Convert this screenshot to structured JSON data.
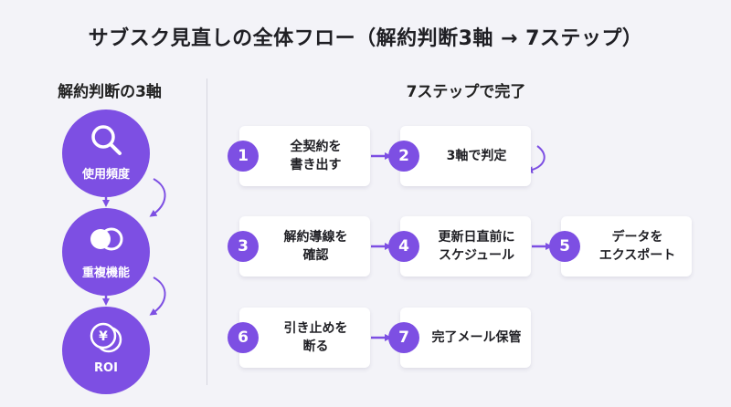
{
  "title": "サブスク見直しの全体フロー（解約判断3軸 → 7ステップ）",
  "left_heading": "解約判断の3軸",
  "right_heading": "7ステップで完了",
  "colors": {
    "accent": "#7d4fe3",
    "background": "#f3f3f8",
    "card": "#ffffff"
  },
  "axes": [
    {
      "label": "使用頻度",
      "icon": "magnifier-icon"
    },
    {
      "label": "重複機能",
      "icon": "overlap-circles-icon"
    },
    {
      "label": "ROI",
      "icon": "yen-coin-icon"
    }
  ],
  "steps": [
    {
      "num": "1",
      "text": "全契約を\n書き出す"
    },
    {
      "num": "2",
      "text": "3軸で判定"
    },
    {
      "num": "3",
      "text": "解約導線を\n確認"
    },
    {
      "num": "4",
      "text": "更新日直前に\nスケジュール"
    },
    {
      "num": "5",
      "text": "データを\nエクスポート"
    },
    {
      "num": "6",
      "text": "引き止めを\n断る"
    },
    {
      "num": "7",
      "text": "完了メール保管"
    }
  ]
}
